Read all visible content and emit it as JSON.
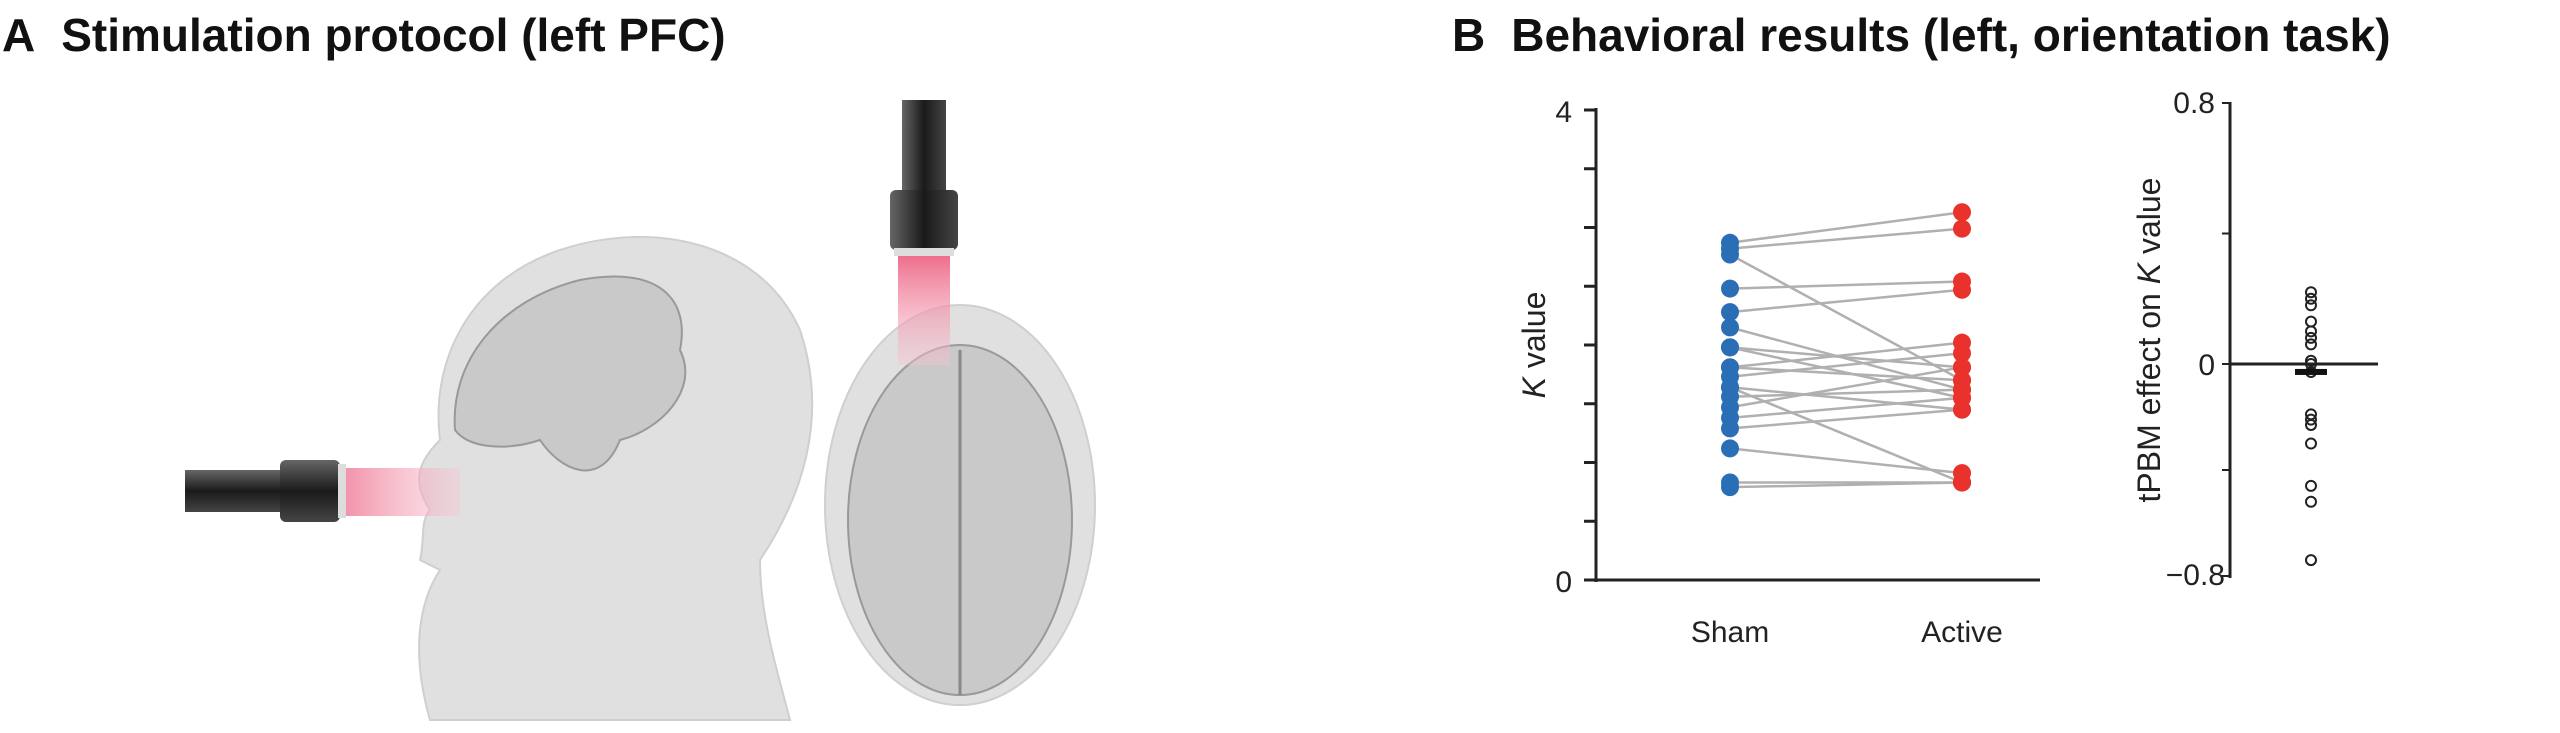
{
  "panel_a": {
    "letter": "A",
    "title": "Stimulation protocol (left PFC)"
  },
  "panel_b": {
    "letter": "B",
    "title": "Behavioral results (left, orientation task)"
  },
  "colors": {
    "sham": "#2a6fb6",
    "active": "#e8322b",
    "lines": "#b0b0b0",
    "light": "#f29bb0"
  },
  "chart_data": [
    {
      "type": "scatter",
      "title": "",
      "xlabel": "",
      "ylabel_italic": "K",
      "ylabel": " value",
      "ylim": [
        0,
        4
      ],
      "yticks": [
        0,
        0.5,
        1,
        1.5,
        2,
        2.5,
        3,
        3.5,
        4
      ],
      "ytick_labels": {
        "top": "4",
        "bottom": "0"
      },
      "categories": [
        "Sham",
        "Active"
      ],
      "series": [
        {
          "name": "Sham",
          "values": [
            2.87,
            2.82,
            2.77,
            2.48,
            2.28,
            2.15,
            1.98,
            1.98,
            1.81,
            1.81,
            1.73,
            1.64,
            1.64,
            1.56,
            1.47,
            1.38,
            1.29,
            1.12,
            0.83,
            0.79
          ]
        },
        {
          "name": "Active",
          "values": [
            3.13,
            2.99,
            1.7,
            2.54,
            2.47,
            1.62,
            1.81,
            1.55,
            2.02,
            1.7,
            1.93,
            1.45,
            0.83,
            1.62,
            1.81,
            1.55,
            1.45,
            0.91,
            0.83,
            0.83
          ]
        }
      ],
      "paired": true
    },
    {
      "type": "scatter",
      "ylabel_prefix": "tPBM effect on ",
      "ylabel_italic": "K",
      "ylabel": " value",
      "ylim": [
        -0.8,
        0.8
      ],
      "yticks": [
        -0.8,
        -0.4,
        0,
        0.4,
        0.8
      ],
      "ytick_labels": {
        "top": "0.8",
        "mid": "0",
        "bottom": "−0.8"
      },
      "values": [
        0.22,
        0.2,
        0.18,
        0.13,
        0.1,
        0.08,
        0.06,
        0.01,
        0.0,
        -0.03,
        -0.19,
        -0.21,
        -0.23,
        -0.3,
        -0.46,
        -0.52,
        -0.74
      ],
      "mean": -0.03
    }
  ]
}
